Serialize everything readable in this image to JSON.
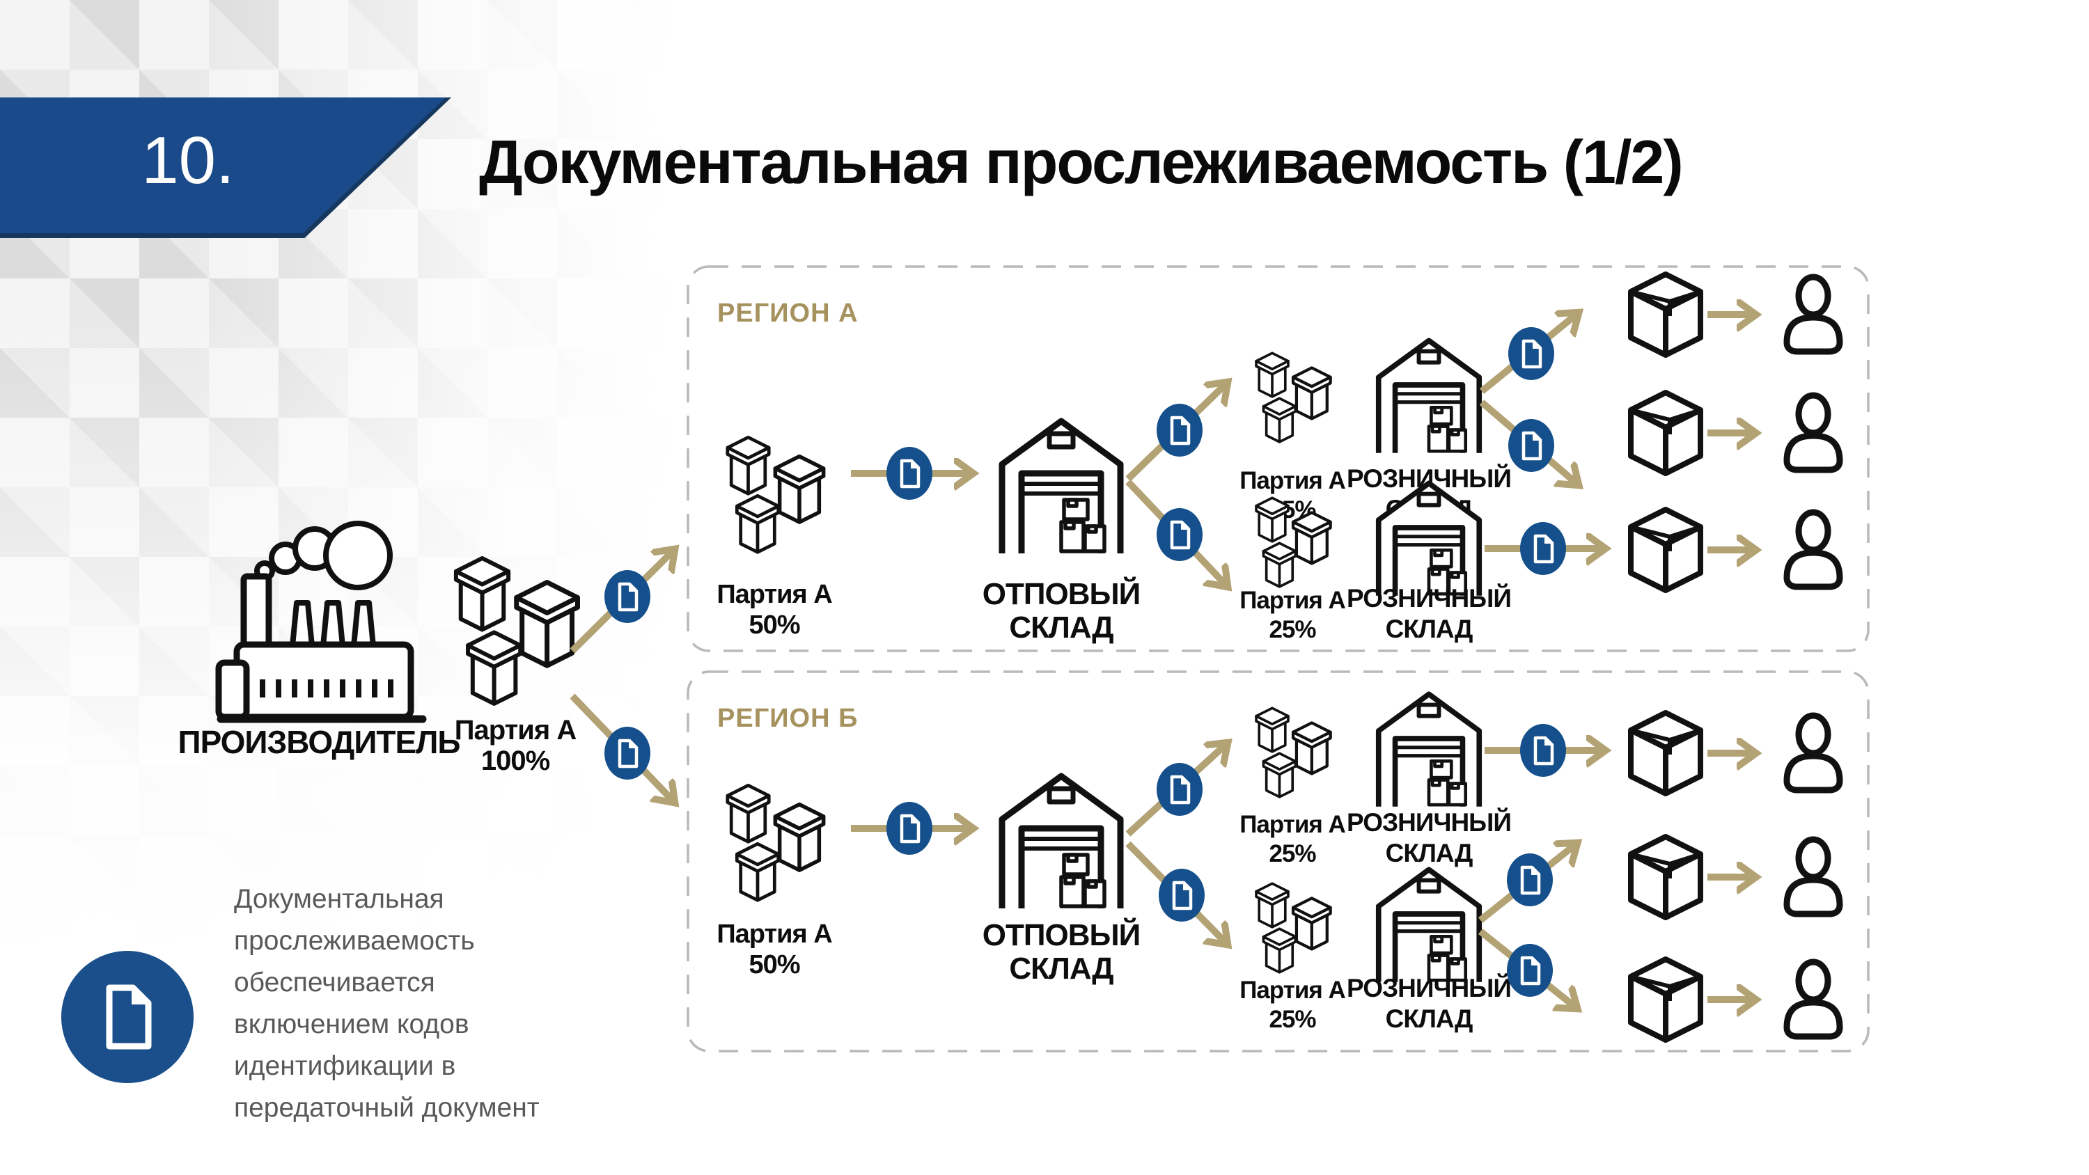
{
  "slide": {
    "number": "10.",
    "title": "Документальная прослеживаемость (1/2)"
  },
  "note": {
    "text": "Документальная прослеживаемость обеспечивается включением кодов идентификации в передаточный документ"
  },
  "producer": {
    "label": "ПРОИЗВОДИТЕЛЬ",
    "batch_line1": "Партия А",
    "batch_line2": "100%"
  },
  "regions": {
    "a": {
      "label": "РЕГИОН А"
    },
    "b": {
      "label": "РЕГИОН Б"
    }
  },
  "labels": {
    "batch": "Партия А",
    "pct50": "50%",
    "pct25": "25%",
    "wholesale_line1": "ОТПОВЫЙ",
    "wholesale_line2": "СКЛАД",
    "retail_line1": "РОЗНИЧНЫЙ",
    "retail_line2": "СКЛАД"
  },
  "icons": {
    "factory": "factory-icon",
    "boxes_stack": "boxes-stack-icon",
    "warehouse": "warehouse-icon",
    "package": "package-box-icon",
    "consumer": "person-icon",
    "document": "document-badge-icon"
  },
  "colors": {
    "banner_blue": "#1b4a8a",
    "banner_edge": "#16375e",
    "doc_badge_blue": "#15508c",
    "arrow_gold": "#b3a274",
    "region_gold": "#a6925e",
    "note_gray": "#58595b",
    "icon_black": "#111111",
    "dash_gray": "#b9b9b9",
    "pattern_gray": "#dcdcdc"
  }
}
